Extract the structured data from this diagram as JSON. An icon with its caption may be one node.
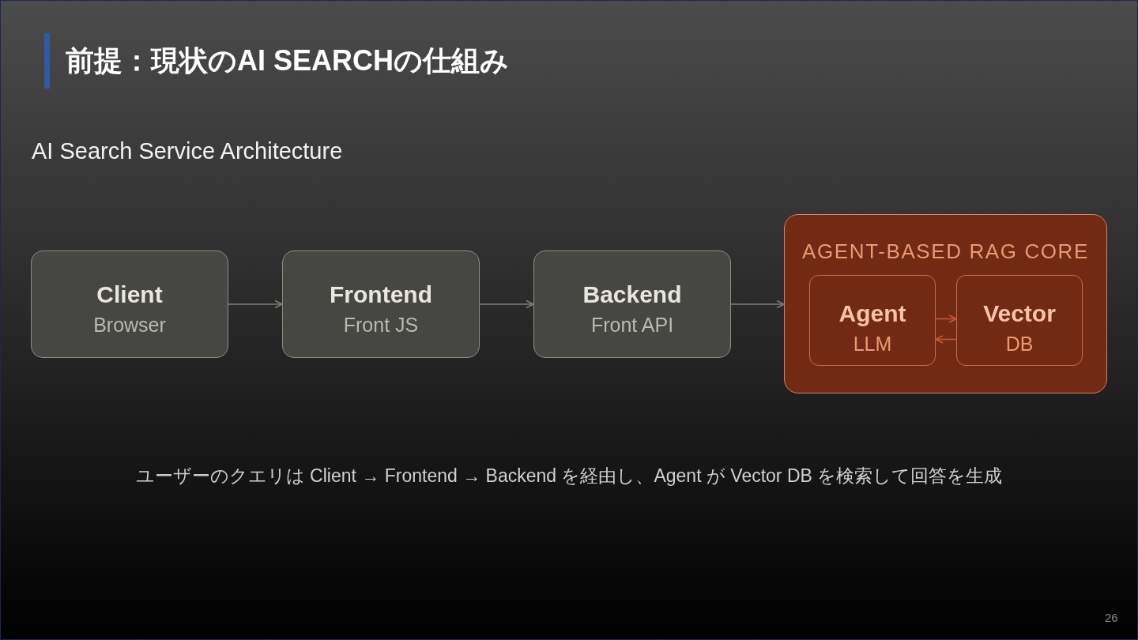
{
  "diagram": {
    "title": "前提：現状のAI SEARCHの仕組み",
    "caption": "ユーザーのクエリは Client → Frontend → Backend を経由し、Agent が Vector DB を検索して回答を生成",
    "nodes": [
      {
        "text": [
          "Client",
          "Browser"
        ]
      },
      {
        "text": [
          "Frontend",
          "Front JS"
        ]
      },
      {
        "text": [
          "Backend",
          "Front API"
        ]
      },
      {
        "text": [
          "AGENT-BASED RAG CORE"
        ]
      },
      {
        "text": [
          "Agent",
          "LLM"
        ],
        "in": 3
      },
      {
        "text": [
          "Vector",
          "DB"
        ],
        "in": 3
      }
    ],
    "edges": [
      {
        "from": 0,
        "to": 1,
        "arrow": "to"
      },
      {
        "from": 1,
        "to": 2,
        "arrow": "to"
      },
      {
        "from": 2,
        "to": 3,
        "arrow": "to"
      },
      {
        "from": 4,
        "to": 5,
        "arrow": "to",
        "color": "#c4573a"
      },
      {
        "from": 5,
        "to": 4,
        "arrow": "to",
        "color": "#c4573a"
      }
    ],
    "labels": [
      "AI Search Service Architecture",
      "26"
    ]
  }
}
